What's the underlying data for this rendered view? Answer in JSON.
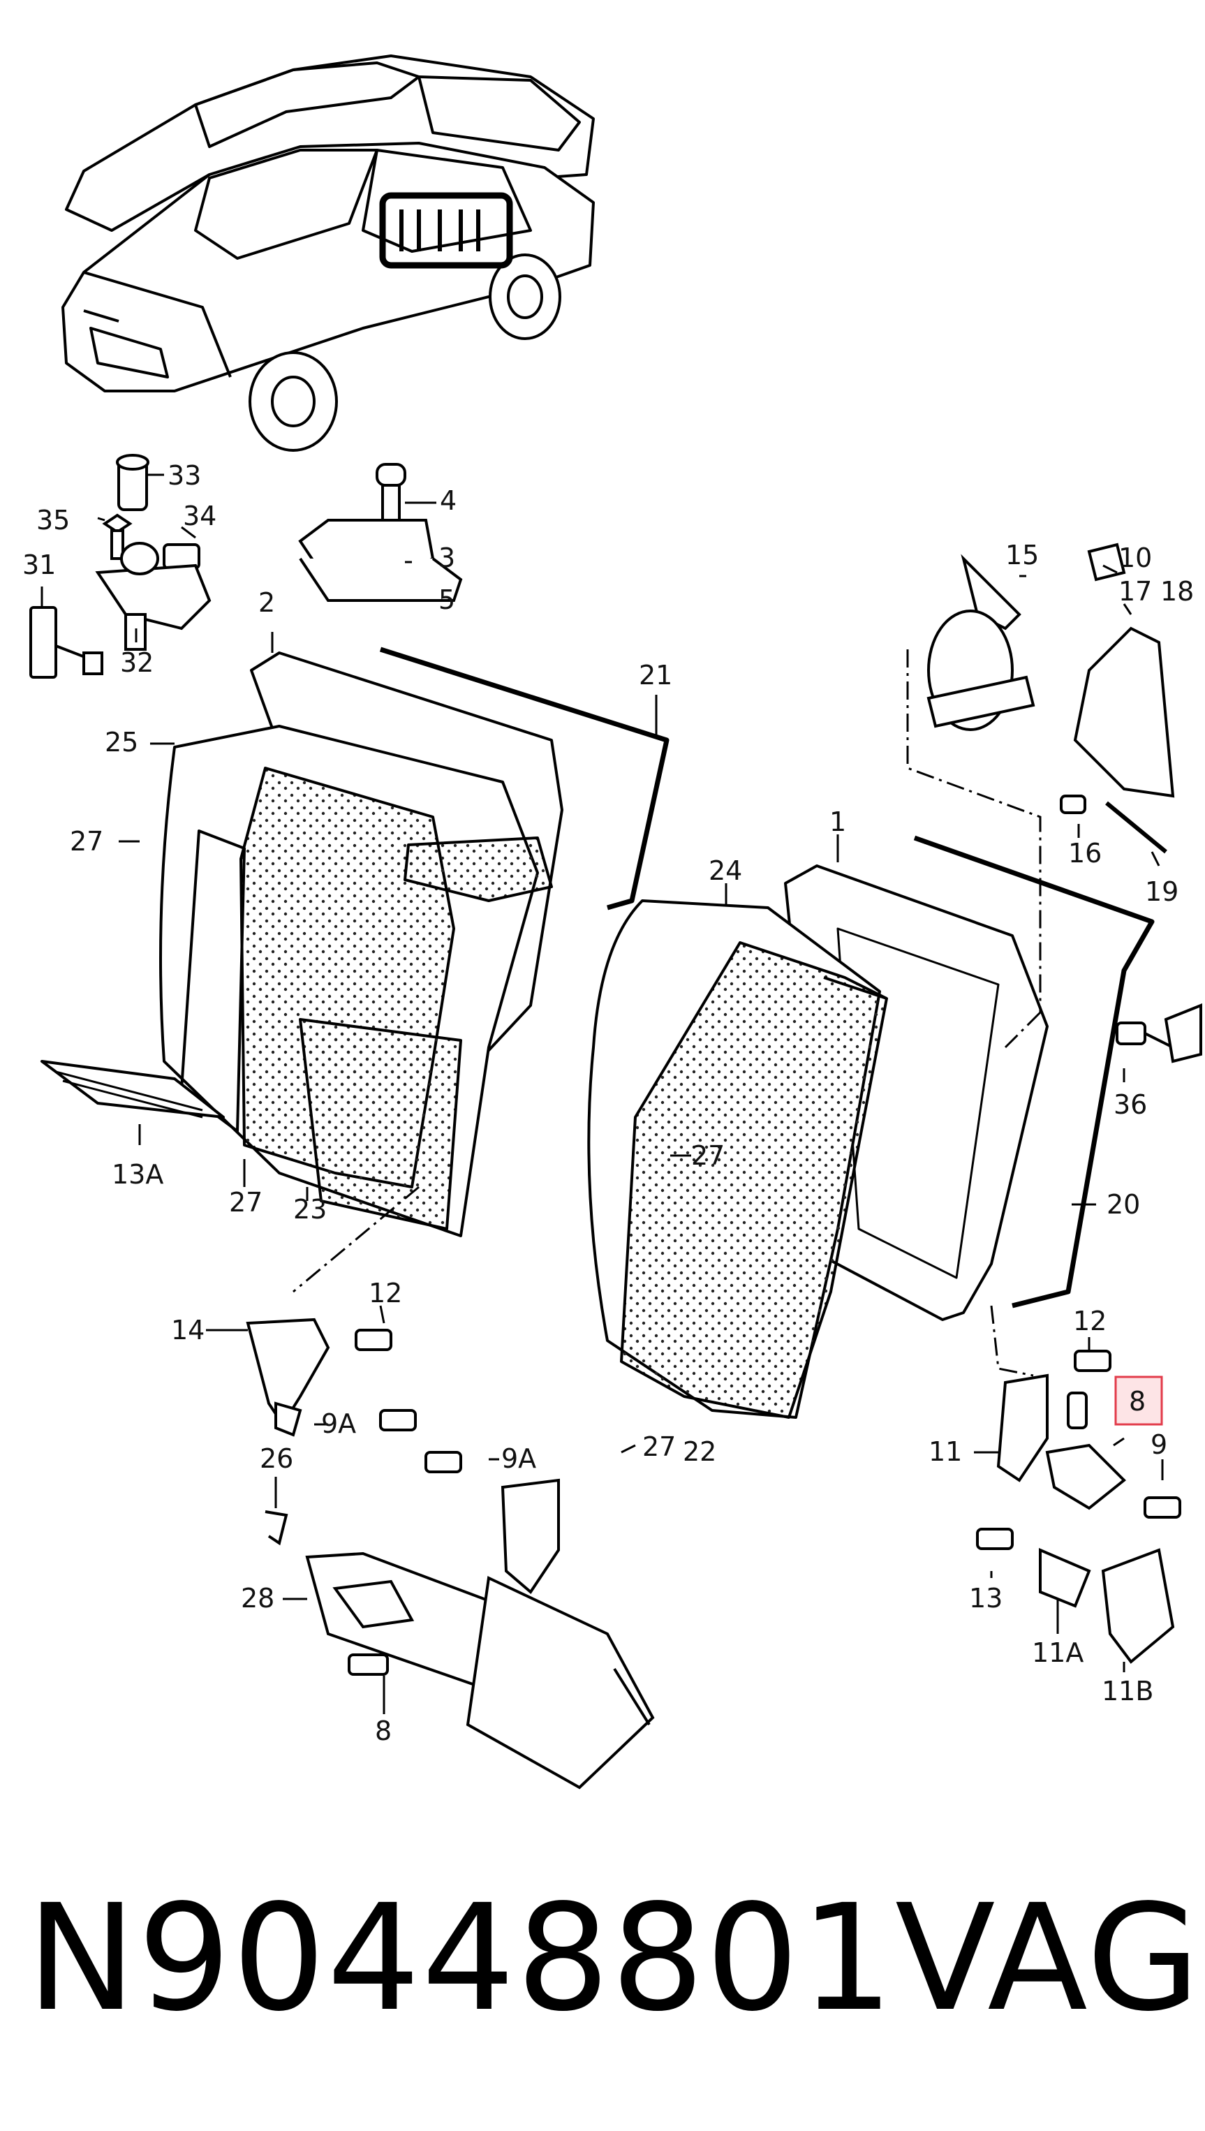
{
  "diagram": {
    "callouts": [
      "33",
      "35",
      "34",
      "31",
      "32",
      "4",
      "3",
      "5",
      "2",
      "21",
      "25",
      "27",
      "13A",
      "27",
      "23",
      "15",
      "10",
      "17",
      "18",
      "16",
      "19",
      "1",
      "24",
      "36",
      "27",
      "20",
      "12",
      "14",
      "9A",
      "9A",
      "26",
      "28",
      "8",
      "27",
      "22",
      "12",
      "8",
      "9",
      "11",
      "13",
      "11A",
      "11B"
    ],
    "highlighted_callout": "8",
    "accent_color": "#e23b4a"
  },
  "footer": {
    "part_number": "N90448801",
    "brand": "VAG"
  }
}
